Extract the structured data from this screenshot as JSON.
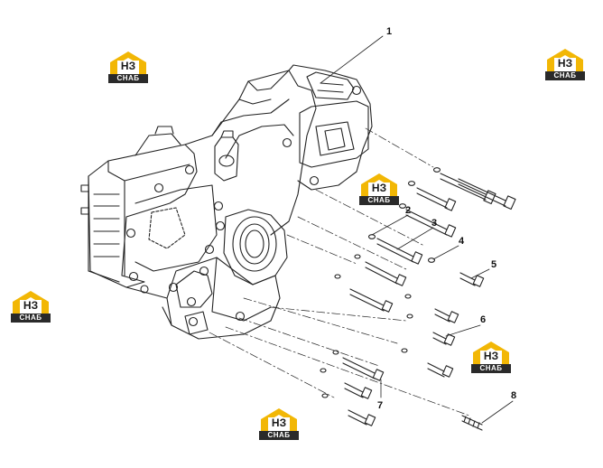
{
  "diagram": {
    "callouts": [
      "1",
      "2",
      "3",
      "4",
      "5",
      "6",
      "7",
      "8"
    ]
  },
  "watermark": {
    "mark": "НЗ",
    "word": "СНАБ",
    "colors": {
      "roof": "#f2b705",
      "band": "#2a2a2a",
      "text": "#1a1a1a"
    }
  },
  "colors": {
    "line": "#222222",
    "background": "#ffffff"
  }
}
